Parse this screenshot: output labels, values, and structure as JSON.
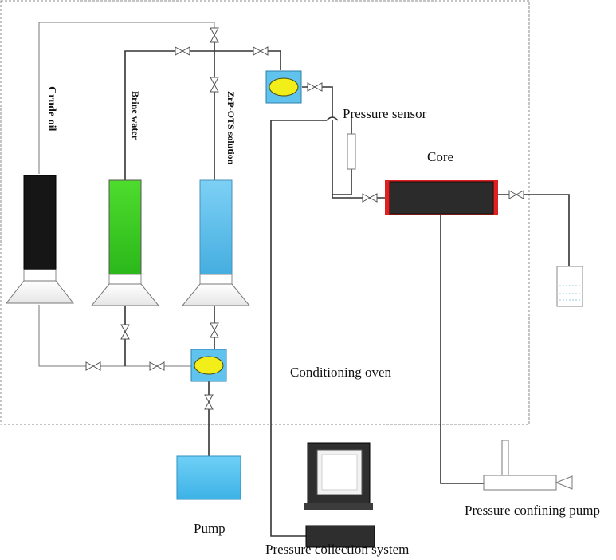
{
  "labels": {
    "crude_oil": "Crude oil",
    "brine_water": "Brine water",
    "zrp_ots_solution": "ZrP-OTS solution",
    "pressure_sensor": "Pressure sensor",
    "core": "Core",
    "conditioning_oven": "Conditioning oven",
    "pump": "Pump",
    "pressure_collection_system": "Pressure collection system",
    "pressure_confining_pump": "Pressure confining pump"
  },
  "colors": {
    "crude_oil_container": "#161616",
    "brine_container": "#33cc22",
    "zrp_container": "#55bbee",
    "core_body": "#2b2b2b",
    "core_caps": "#e02020",
    "pump_box": "#55c4f0",
    "mixer_box": "#5fc3ee",
    "mixer_ellipse": "#f2ee1a",
    "monitor": "#2e2e2e",
    "oven_border": "#888888"
  }
}
